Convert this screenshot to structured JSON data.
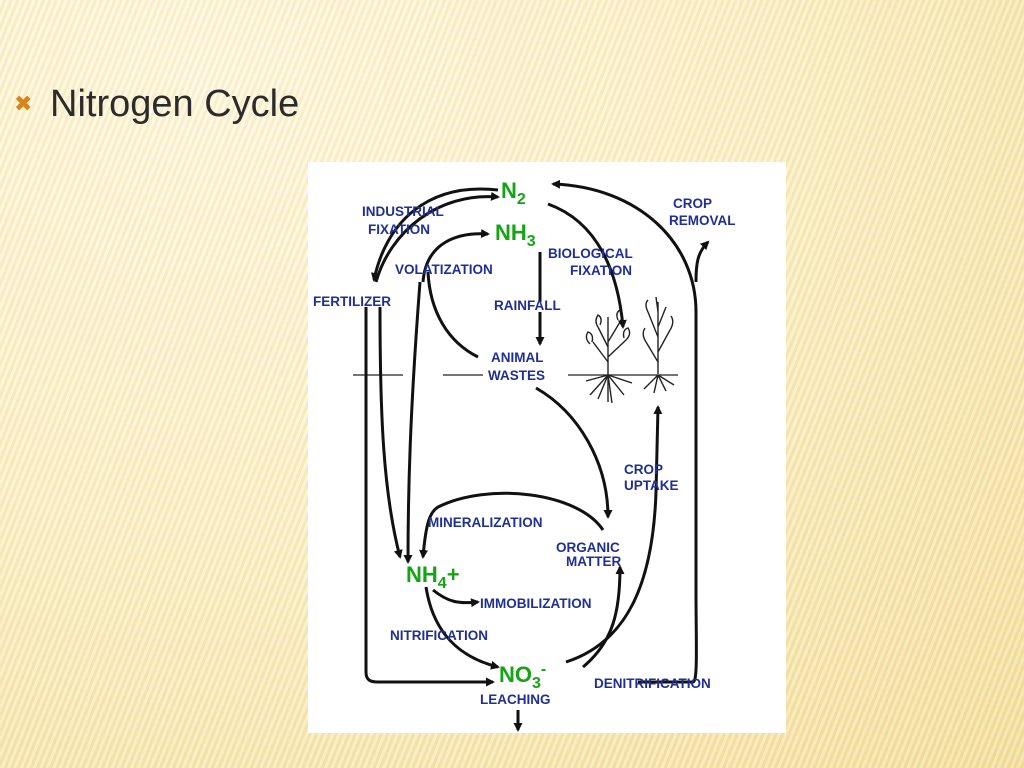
{
  "slide": {
    "bullet_icon": "x-bullet-icon",
    "title": "Nitrogen Cycle",
    "accent_color": "#d8841a"
  },
  "diagram": {
    "compounds": {
      "n2": "N",
      "n2_sub": "2",
      "nh3": "NH",
      "nh3_sub": "3",
      "nh4": "NH",
      "nh4_sub": "4",
      "nh4_sup": "+",
      "no3": "NO",
      "no3_sub": "3",
      "no3_sup": "-"
    },
    "labels": {
      "industrial_1": "INDUSTRIAL",
      "industrial_2": "FIXATION",
      "crop_removal_1": "CROP",
      "crop_removal_2": "REMOVAL",
      "volatization": "VOLATIZATION",
      "biological_1": "BIOLOGICAL",
      "biological_2": "FIXATION",
      "fertilizer": "FERTILIZER",
      "rainfall": "RAINFALL",
      "animal_1": "ANIMAL",
      "animal_2": "WASTES",
      "crop_uptake_1": "CROP",
      "crop_uptake_2": "UPTAKE",
      "mineralization": "MINERALIZATION",
      "organic_1": "ORGANIC",
      "organic_2": "MATTER",
      "immobilization": "IMMOBILIZATION",
      "nitrification": "NITRIFICATION",
      "denitrification": "DENITRIFICATION",
      "leaching": "LEACHING"
    },
    "colors": {
      "compound": "#16a417",
      "label": "#1f2f93",
      "arrow": "#111111"
    }
  }
}
